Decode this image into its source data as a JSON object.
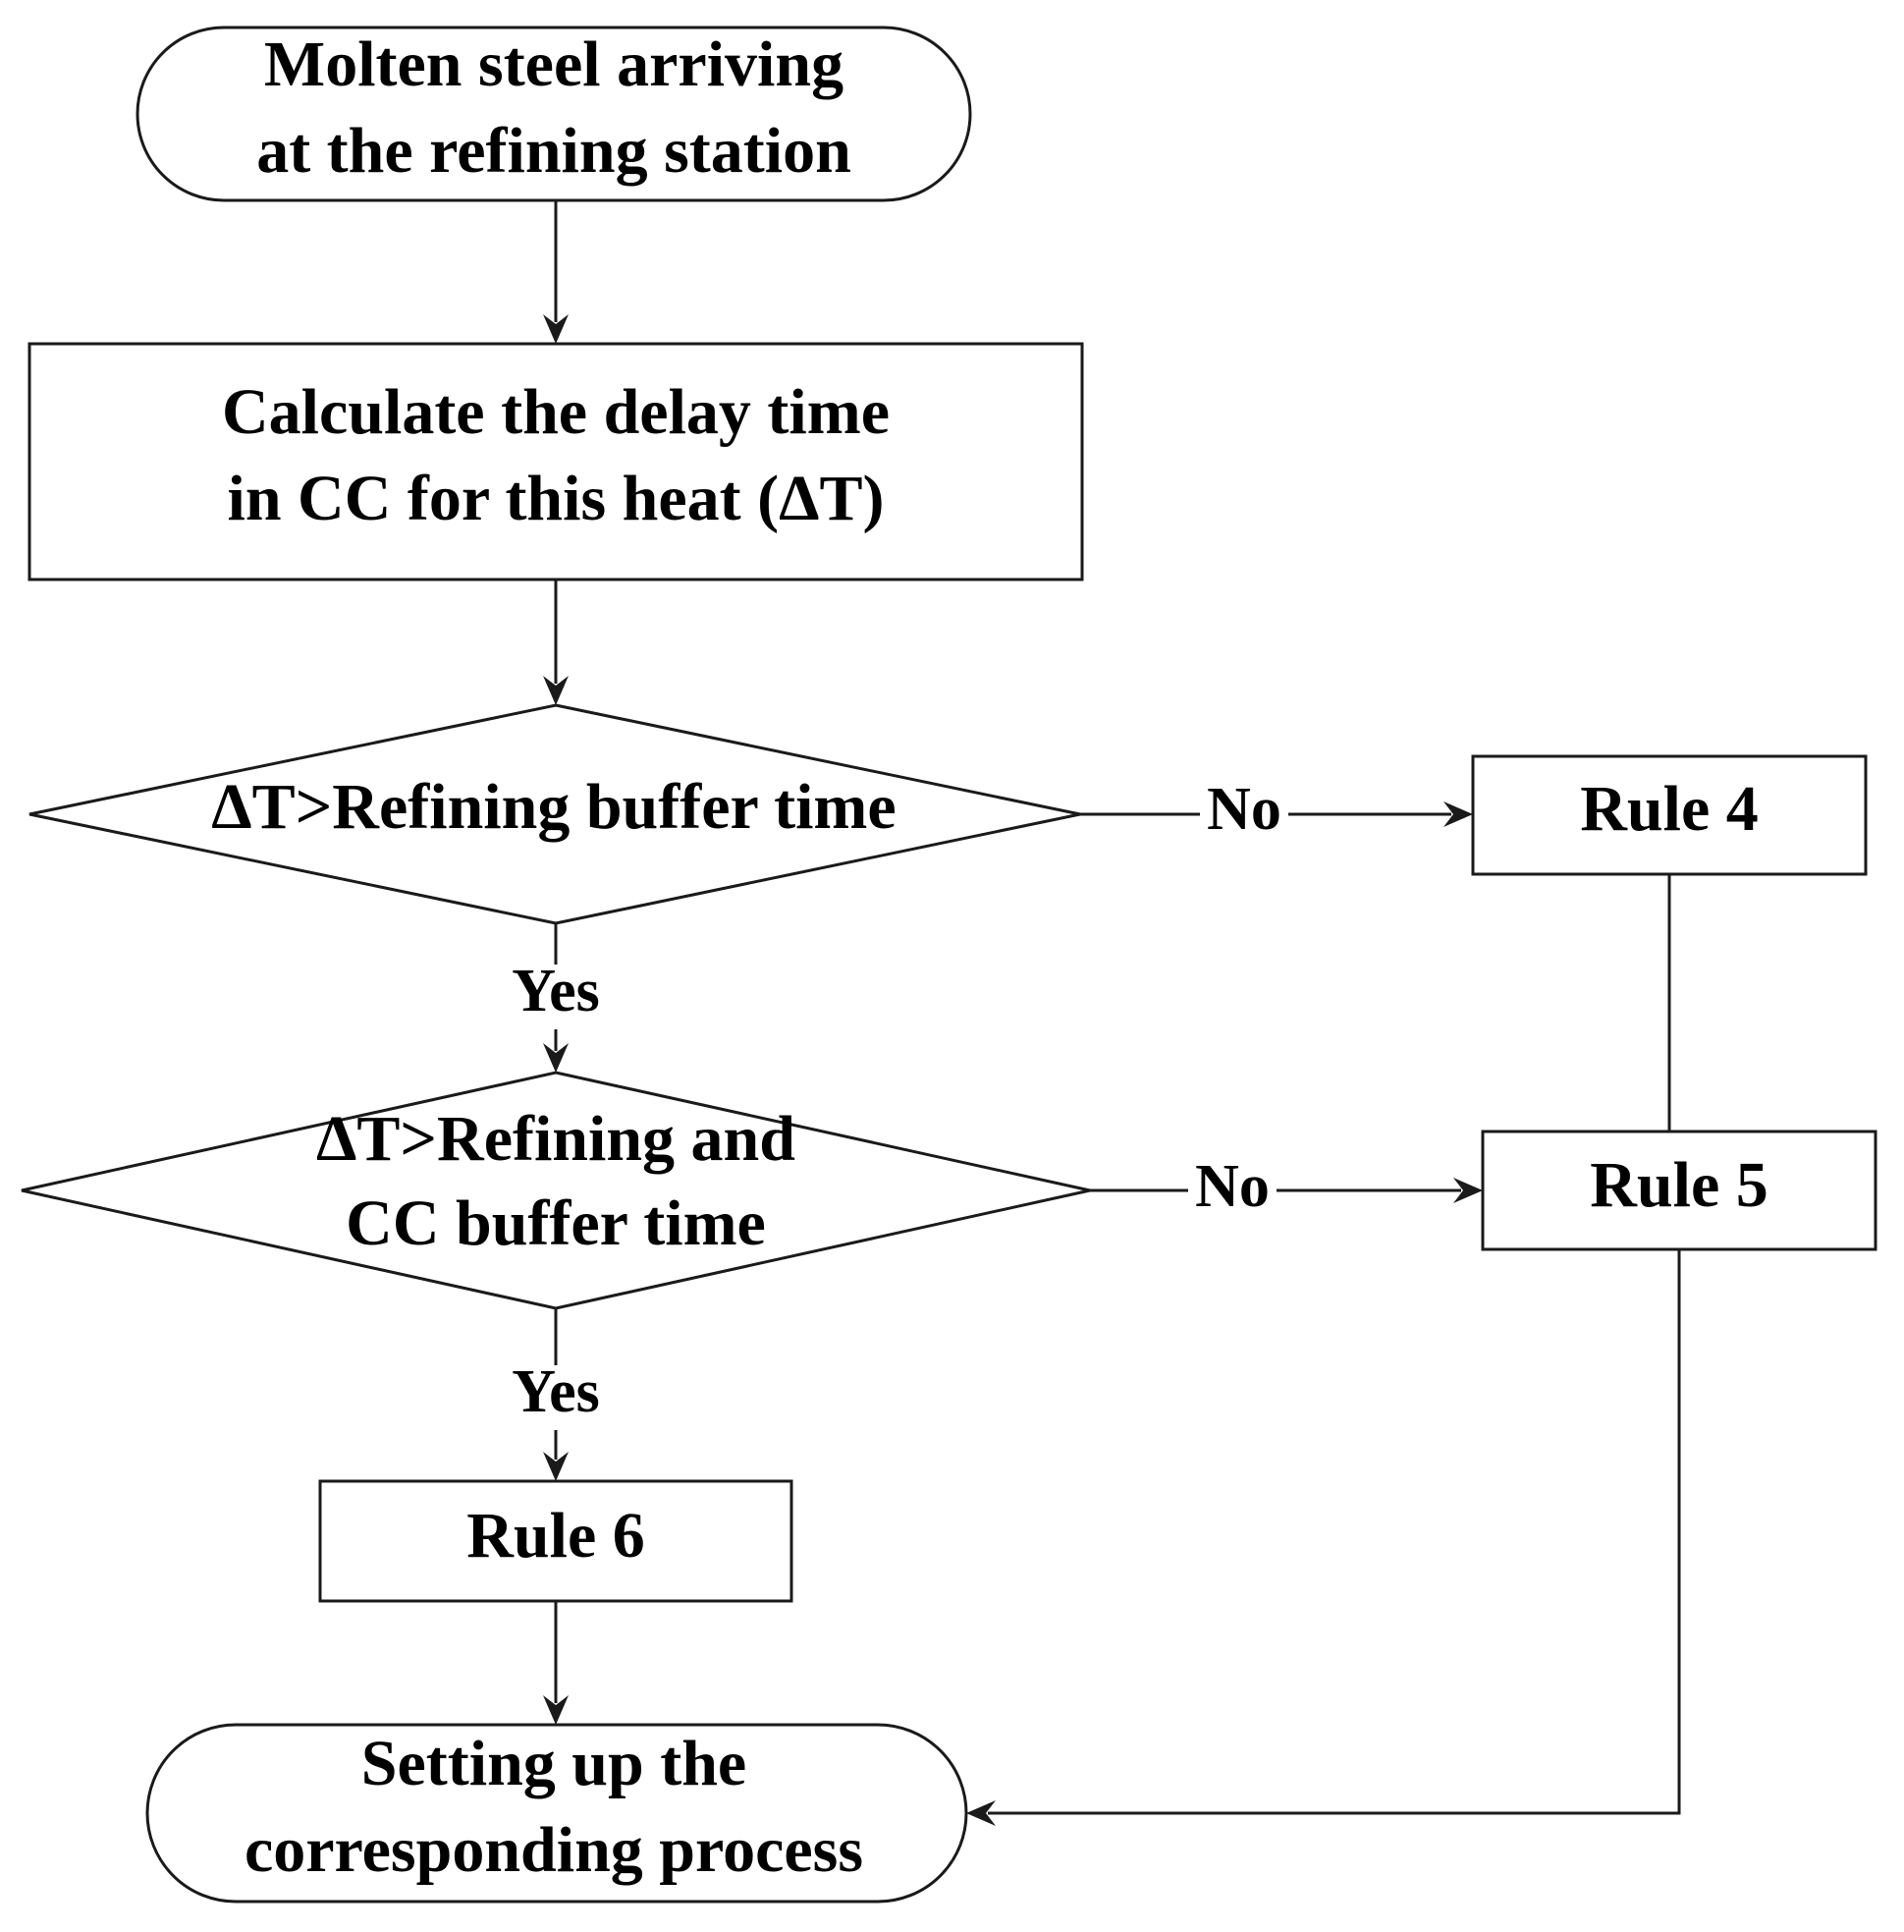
{
  "nodes": {
    "start": {
      "lines": [
        "Molten steel arriving",
        "at the refining station"
      ]
    },
    "calc": {
      "lines": [
        "Calculate the delay time",
        "in CC for this heat (ΔT)"
      ]
    },
    "decision1": {
      "lines": [
        "ΔT>Refining buffer time"
      ]
    },
    "decision2": {
      "lines": [
        "ΔT>Refining and",
        "CC buffer time"
      ]
    },
    "rule4": {
      "lines": [
        "Rule 4"
      ]
    },
    "rule5": {
      "lines": [
        "Rule 5"
      ]
    },
    "rule6": {
      "lines": [
        "Rule 6"
      ]
    },
    "end": {
      "lines": [
        "Setting up the",
        "corresponding process"
      ]
    }
  },
  "edges": {
    "d1_no": "No",
    "d1_yes": "Yes",
    "d2_no": "No",
    "d2_yes": "Yes"
  },
  "colors": {
    "stroke": "#1a1a1a",
    "text": "#000000",
    "background": "#ffffff"
  }
}
